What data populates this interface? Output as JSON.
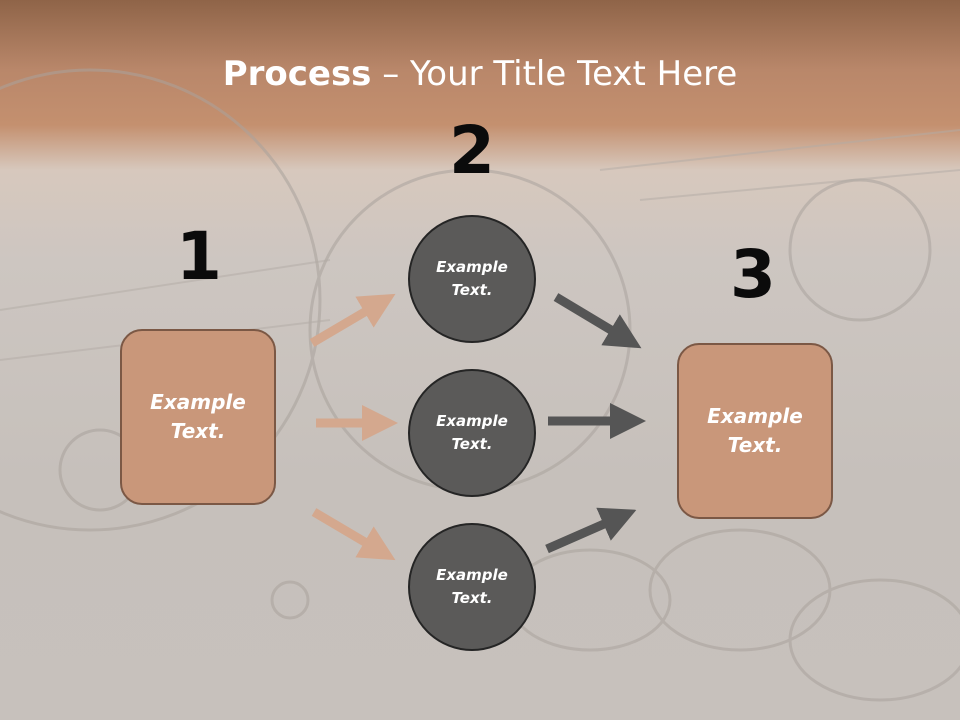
{
  "title": {
    "bold": "Process",
    "rest": " – Your Title Text Here"
  },
  "steps": [
    {
      "number": "1",
      "label": "Example Text."
    },
    {
      "number": "2",
      "label": "Example Text."
    },
    {
      "number": "3",
      "label": "Example Text."
    }
  ],
  "circles": [
    {
      "label": "Example Text."
    },
    {
      "label": "Example Text."
    },
    {
      "label": "Example Text."
    }
  ],
  "colors": {
    "box_fill": "#c9977a",
    "circle_fill": "#5b5a59",
    "light_arrow": "#d4a88e",
    "dark_arrow": "#555555",
    "title_text": "#ffffff"
  }
}
